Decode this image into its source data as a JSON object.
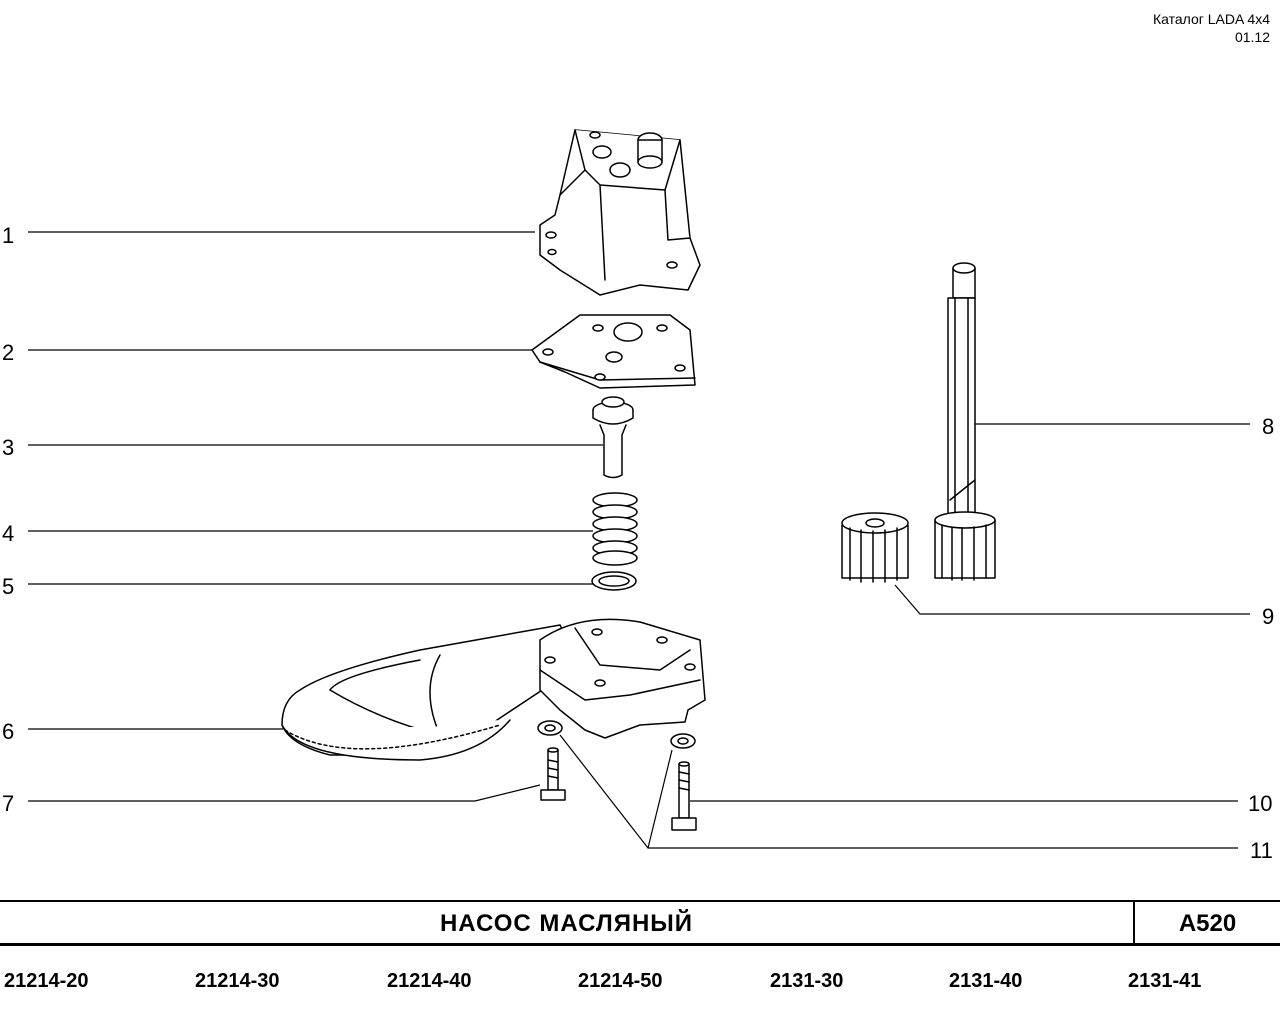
{
  "header": {
    "catalog": "Каталог  LADA  4x4",
    "date": "01.12"
  },
  "callouts": [
    "1",
    "2",
    "3",
    "4",
    "5",
    "6",
    "7",
    "8",
    "9",
    "10",
    "11"
  ],
  "title": "НАСОС   МАСЛЯНЫЙ",
  "code": "A520",
  "models": [
    "21214-20",
    "21214-30",
    "21214-40",
    "21214-50",
    "2131-30",
    "2131-40",
    "2131-41"
  ]
}
